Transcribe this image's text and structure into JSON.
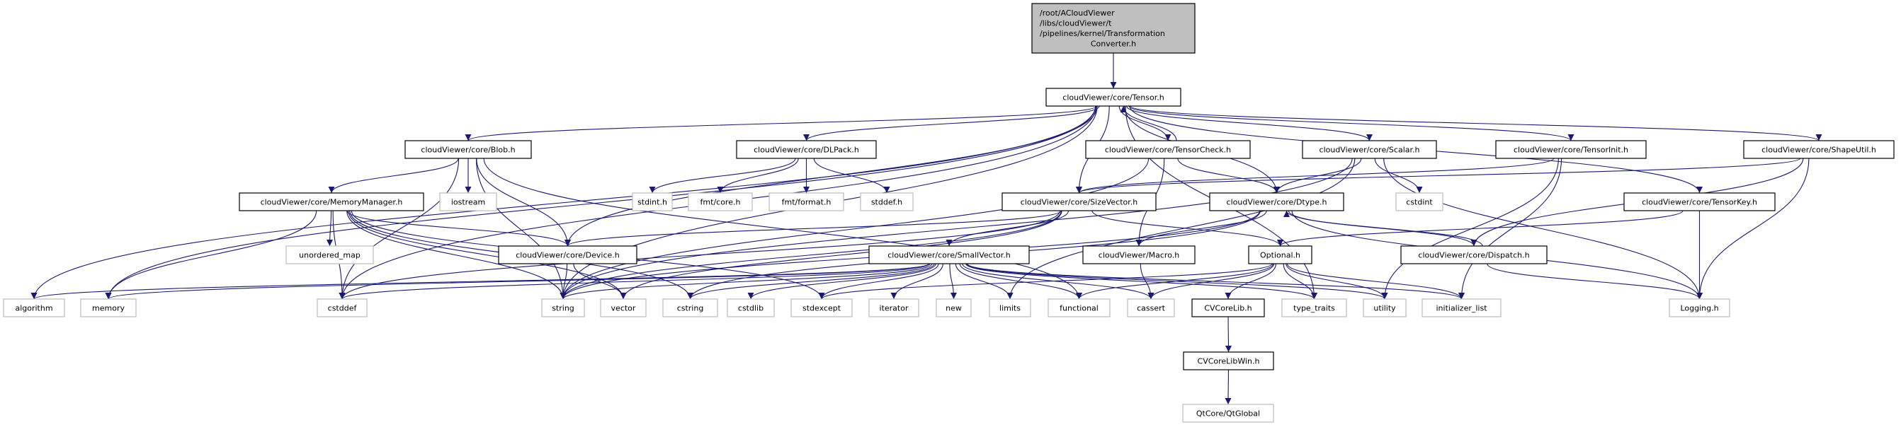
{
  "diagram": {
    "colors": {
      "edge": "#191970",
      "root_fill": "#bfbfbf",
      "documented_border": "#000000",
      "external_border": "#bfbfbf"
    },
    "root": {
      "id": "root",
      "lines": [
        "/root/ACloudViewer",
        "/libs/cloudViewer/t",
        "/pipelines/kernel/Transformation",
        "Converter.h"
      ]
    },
    "nodes": [
      {
        "id": "tensor",
        "label": "cloudViewer/core/Tensor.h",
        "kind": "documented"
      },
      {
        "id": "blob",
        "label": "cloudViewer/core/Blob.h",
        "kind": "documented"
      },
      {
        "id": "dlpack",
        "label": "cloudViewer/core/DLPack.h",
        "kind": "documented"
      },
      {
        "id": "tensorcheck",
        "label": "cloudViewer/core/TensorCheck.h",
        "kind": "documented"
      },
      {
        "id": "scalar",
        "label": "cloudViewer/core/Scalar.h",
        "kind": "documented"
      },
      {
        "id": "tensorinit",
        "label": "cloudViewer/core/TensorInit.h",
        "kind": "documented"
      },
      {
        "id": "shapeutil",
        "label": "cloudViewer/core/ShapeUtil.h",
        "kind": "documented"
      },
      {
        "id": "memorymanager",
        "label": "cloudViewer/core/MemoryManager.h",
        "kind": "documented"
      },
      {
        "id": "iostream",
        "label": "iostream",
        "kind": "external"
      },
      {
        "id": "stdint",
        "label": "stdint.h",
        "kind": "external"
      },
      {
        "id": "fmtcore",
        "label": "fmt/core.h",
        "kind": "external"
      },
      {
        "id": "fmtformat",
        "label": "fmt/format.h",
        "kind": "external"
      },
      {
        "id": "stddef",
        "label": "stddef.h",
        "kind": "external"
      },
      {
        "id": "sizevector",
        "label": "cloudViewer/core/SizeVector.h",
        "kind": "documented"
      },
      {
        "id": "dtype",
        "label": "cloudViewer/core/Dtype.h",
        "kind": "documented"
      },
      {
        "id": "cstdint",
        "label": "cstdint",
        "kind": "external"
      },
      {
        "id": "tensorkey",
        "label": "cloudViewer/core/TensorKey.h",
        "kind": "documented"
      },
      {
        "id": "unordered_map",
        "label": "unordered_map",
        "kind": "external"
      },
      {
        "id": "device",
        "label": "cloudViewer/core/Device.h",
        "kind": "documented"
      },
      {
        "id": "smallvector",
        "label": "cloudViewer/core/SmallVector.h",
        "kind": "documented"
      },
      {
        "id": "macro",
        "label": "cloudViewer/Macro.h",
        "kind": "documented"
      },
      {
        "id": "optional",
        "label": "Optional.h",
        "kind": "documented"
      },
      {
        "id": "dispatch",
        "label": "cloudViewer/core/Dispatch.h",
        "kind": "documented"
      },
      {
        "id": "algorithm",
        "label": "algorithm",
        "kind": "external"
      },
      {
        "id": "memory",
        "label": "memory",
        "kind": "external"
      },
      {
        "id": "cstddef",
        "label": "cstddef",
        "kind": "external"
      },
      {
        "id": "string",
        "label": "string",
        "kind": "external"
      },
      {
        "id": "vector",
        "label": "vector",
        "kind": "external"
      },
      {
        "id": "cstring",
        "label": "cstring",
        "kind": "external"
      },
      {
        "id": "cstdlib",
        "label": "cstdlib",
        "kind": "external"
      },
      {
        "id": "stdexcept",
        "label": "stdexcept",
        "kind": "external"
      },
      {
        "id": "iterator",
        "label": "iterator",
        "kind": "external"
      },
      {
        "id": "new",
        "label": "new",
        "kind": "external"
      },
      {
        "id": "limits",
        "label": "limits",
        "kind": "external"
      },
      {
        "id": "functional",
        "label": "functional",
        "kind": "external"
      },
      {
        "id": "cassert",
        "label": "cassert",
        "kind": "external"
      },
      {
        "id": "cvcorelib",
        "label": "CVCoreLib.h",
        "kind": "documented"
      },
      {
        "id": "type_traits",
        "label": "type_traits",
        "kind": "external"
      },
      {
        "id": "utility",
        "label": "utility",
        "kind": "external"
      },
      {
        "id": "initializer_list",
        "label": "initializer_list",
        "kind": "external"
      },
      {
        "id": "logging",
        "label": "Logging.h",
        "kind": "external"
      },
      {
        "id": "cvcorelibwin",
        "label": "CVCoreLibWin.h",
        "kind": "documented"
      },
      {
        "id": "qtglobal",
        "label": "QtCore/QtGlobal",
        "kind": "external"
      }
    ],
    "edges": [
      [
        "root",
        "tensor"
      ],
      [
        "tensor",
        "algorithm"
      ],
      [
        "tensor",
        "memory"
      ],
      [
        "tensor",
        "cstddef"
      ],
      [
        "tensor",
        "string"
      ],
      [
        "tensor",
        "blob"
      ],
      [
        "tensor",
        "dlpack"
      ],
      [
        "tensor",
        "device"
      ],
      [
        "tensor",
        "sizevector"
      ],
      [
        "tensor",
        "tensorcheck"
      ],
      [
        "tensor",
        "dtype"
      ],
      [
        "tensor",
        "scalar"
      ],
      [
        "tensor",
        "tensorinit"
      ],
      [
        "tensor",
        "shapeutil"
      ],
      [
        "tensor",
        "tensorkey"
      ],
      [
        "tensor",
        "type_traits"
      ],
      [
        "tensorcheck",
        "tensor"
      ],
      [
        "tensorcheck",
        "dtype"
      ],
      [
        "tensorcheck",
        "macro"
      ],
      [
        "tensorcheck",
        "string"
      ],
      [
        "blob",
        "memorymanager"
      ],
      [
        "blob",
        "iostream"
      ],
      [
        "blob",
        "device"
      ],
      [
        "blob",
        "string"
      ],
      [
        "blob",
        "cstddef"
      ],
      [
        "blob",
        "functional"
      ],
      [
        "memorymanager",
        "unordered_map"
      ],
      [
        "memorymanager",
        "memory"
      ],
      [
        "memorymanager",
        "device"
      ],
      [
        "memorymanager",
        "string"
      ],
      [
        "memorymanager",
        "cstddef"
      ],
      [
        "memorymanager",
        "cstring"
      ],
      [
        "memorymanager",
        "vector"
      ],
      [
        "memorymanager",
        "stdexcept"
      ],
      [
        "dlpack",
        "stdint"
      ],
      [
        "dlpack",
        "fmtcore"
      ],
      [
        "dlpack",
        "fmtformat"
      ],
      [
        "dlpack",
        "stddef"
      ],
      [
        "device",
        "string"
      ],
      [
        "device",
        "vector"
      ],
      [
        "sizevector",
        "smallvector"
      ],
      [
        "sizevector",
        "optional"
      ],
      [
        "sizevector",
        "string"
      ],
      [
        "sizevector",
        "vector"
      ],
      [
        "sizevector",
        "cstddef"
      ],
      [
        "sizevector",
        "device"
      ],
      [
        "smallvector",
        "algorithm"
      ],
      [
        "smallvector",
        "memory"
      ],
      [
        "smallvector",
        "cstddef"
      ],
      [
        "smallvector",
        "string"
      ],
      [
        "smallvector",
        "cstring"
      ],
      [
        "smallvector",
        "cstdlib"
      ],
      [
        "smallvector",
        "stdexcept"
      ],
      [
        "smallvector",
        "iterator"
      ],
      [
        "smallvector",
        "new"
      ],
      [
        "smallvector",
        "limits"
      ],
      [
        "smallvector",
        "functional"
      ],
      [
        "smallvector",
        "cassert"
      ],
      [
        "smallvector",
        "type_traits"
      ],
      [
        "smallvector",
        "utility"
      ],
      [
        "smallvector",
        "initializer_list"
      ],
      [
        "macro",
        "cassert"
      ],
      [
        "dtype",
        "dispatch"
      ],
      [
        "dtype",
        "macro"
      ],
      [
        "dtype",
        "logging"
      ],
      [
        "dtype",
        "string"
      ],
      [
        "dtype",
        "cstring"
      ],
      [
        "dispatch",
        "dtype"
      ],
      [
        "dispatch",
        "logging"
      ],
      [
        "scalar",
        "dtype"
      ],
      [
        "scalar",
        "cstdint"
      ],
      [
        "scalar",
        "logging"
      ],
      [
        "scalar",
        "string"
      ],
      [
        "scalar",
        "limits"
      ],
      [
        "tensorinit",
        "sizevector"
      ],
      [
        "tensorinit",
        "utility"
      ],
      [
        "tensorinit",
        "initializer_list"
      ],
      [
        "shapeutil",
        "sizevector"
      ],
      [
        "shapeutil",
        "dispatch"
      ],
      [
        "shapeutil",
        "logging"
      ],
      [
        "tensorkey",
        "optional"
      ],
      [
        "tensorkey",
        "logging"
      ],
      [
        "optional",
        "cvcorelib"
      ],
      [
        "optional",
        "type_traits"
      ],
      [
        "optional",
        "utility"
      ],
      [
        "optional",
        "initializer_list"
      ],
      [
        "optional",
        "functional"
      ],
      [
        "optional",
        "cassert"
      ],
      [
        "optional",
        "stdexcept"
      ],
      [
        "cvcorelib",
        "cvcorelibwin"
      ],
      [
        "cvcorelibwin",
        "qtglobal"
      ]
    ]
  }
}
